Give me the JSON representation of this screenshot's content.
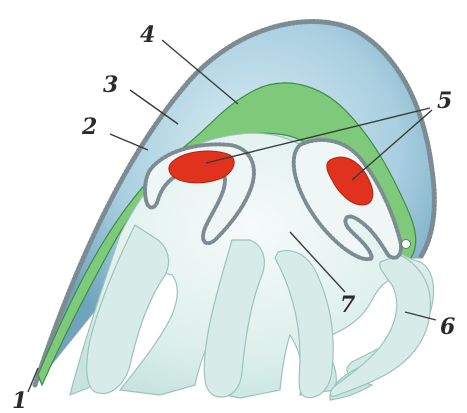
{
  "diagram": {
    "callouts": [
      {
        "id": "1",
        "label": "1"
      },
      {
        "id": "2",
        "label": "2"
      },
      {
        "id": "3",
        "label": "3"
      },
      {
        "id": "4",
        "label": "4"
      },
      {
        "id": "5",
        "label": "5"
      },
      {
        "id": "6",
        "label": "6"
      },
      {
        "id": "7",
        "label": "7"
      }
    ],
    "colors": {
      "outer_layer": "#a9cfe0",
      "outer_layer_dark": "#6fa3be",
      "ectoderm_dots": "#7c8c92",
      "green_layer": "#7fca7a",
      "green_layer_edge": "#3d8d45",
      "inner_body": "#dcefeb",
      "inner_body_edge": "#9cc3bb",
      "red_organ": "#e0321d",
      "white_dot": "#ffffff"
    }
  }
}
